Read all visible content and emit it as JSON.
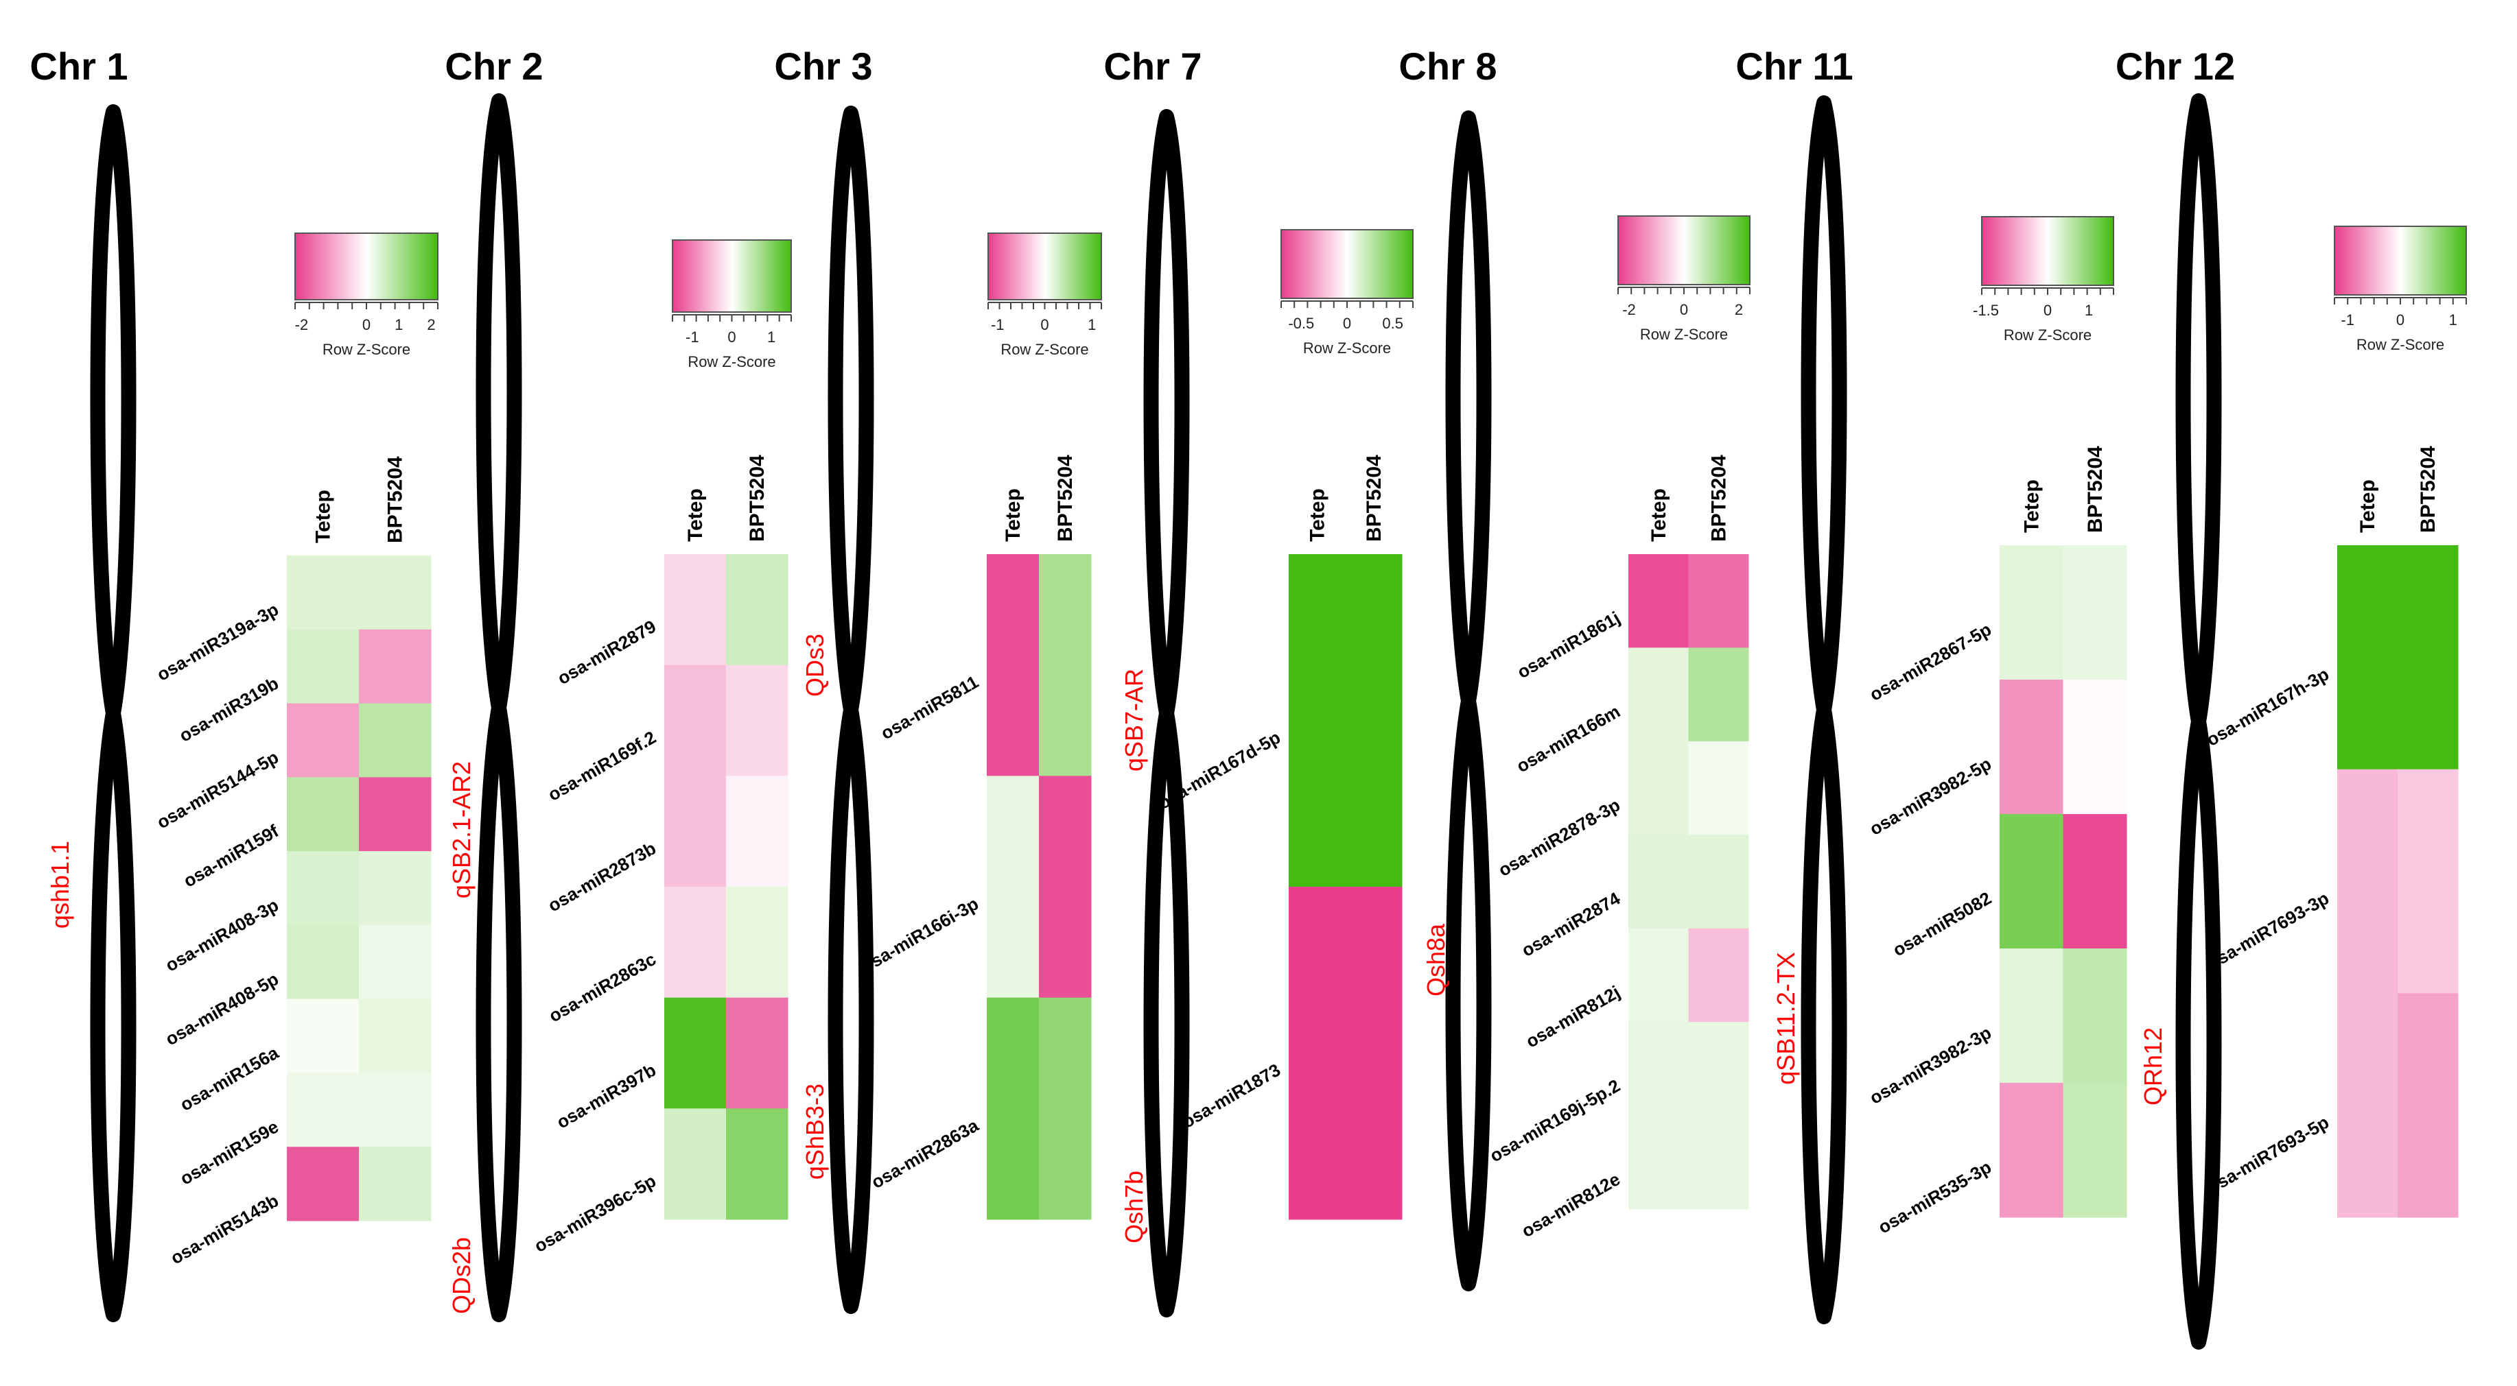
{
  "chart_data": {
    "type": "heatmap",
    "colors": {
      "low": "#e83e8c",
      "mid": "#ffffff",
      "high": "#44bb11"
    },
    "key_label": "Row Z-Score",
    "columns": [
      "Tetep",
      "BPT5204"
    ],
    "panels": [
      {
        "chromosome": "Chr 1",
        "qtls": [
          "qshb1.1"
        ],
        "key_ticks": [
          "-2",
          "0",
          "1",
          "2"
        ],
        "key_range": [
          -2.2,
          2.2
        ],
        "rows": [
          {
            "mirna": "osa-miR319a-3p",
            "values": [
              0.4,
              0.4
            ]
          },
          {
            "mirna": "osa-miR319b",
            "values": [
              0.5,
              -1.1
            ]
          },
          {
            "mirna": "osa-miR5144-5p",
            "values": [
              -1.1,
              0.8
            ]
          },
          {
            "mirna": "osa-miR159f",
            "values": [
              0.8,
              -1.9
            ]
          },
          {
            "mirna": "osa-miR408-3p",
            "values": [
              0.45,
              0.35
            ]
          },
          {
            "mirna": "osa-miR408-5p",
            "values": [
              0.5,
              0.2
            ]
          },
          {
            "mirna": "osa-miR156a",
            "values": [
              0.1,
              0.3
            ]
          },
          {
            "mirna": "osa-miR159e",
            "values": [
              0.2,
              0.2
            ]
          },
          {
            "mirna": "osa-miR5143b",
            "values": [
              -1.9,
              0.45
            ]
          }
        ]
      },
      {
        "chromosome": "Chr 2",
        "qtls": [
          "qSB2.1-AR2",
          "QDs2b"
        ],
        "key_ticks": [
          "-1",
          "0",
          "1"
        ],
        "key_range": [
          -1.5,
          1.5
        ],
        "rows": [
          {
            "mirna": "osa-miR2879",
            "values": [
              -0.3,
              0.4
            ]
          },
          {
            "mirna": "osa-miR169f.2",
            "values": [
              -0.5,
              -0.3
            ]
          },
          {
            "mirna": "osa-miR2873b",
            "values": [
              -0.5,
              -0.1
            ]
          },
          {
            "mirna": "osa-miR2863c",
            "values": [
              -0.3,
              0.2
            ]
          },
          {
            "mirna": "osa-miR397b",
            "values": [
              1.4,
              -1.1
            ]
          },
          {
            "mirna": "osa-miR396c-5p",
            "values": [
              0.35,
              0.95
            ]
          }
        ]
      },
      {
        "chromosome": "Chr 3",
        "qtls": [
          "QDs3",
          "qShB3-3"
        ],
        "key_ticks": [
          "-1",
          "0",
          "1"
        ],
        "key_range": [
          -1.2,
          1.2
        ],
        "rows": [
          {
            "mirna": "osa-miR5811",
            "values": [
              -1.1,
              0.55
            ]
          },
          {
            "mirna": "osa-miR166i-3p",
            "values": [
              0.15,
              -1.1
            ]
          },
          {
            "mirna": "osa-miR2863a",
            "values": [
              0.9,
              0.7
            ]
          }
        ]
      },
      {
        "chromosome": "Chr 7",
        "qtls": [
          "qSB7-AR",
          "Qsh7b"
        ],
        "key_ticks": [
          "-0.5",
          "0",
          "0.5"
        ],
        "key_range": [
          -0.72,
          0.72
        ],
        "rows": [
          {
            "mirna": "osa-miR167d-5p",
            "values": [
              0.72,
              0.72
            ]
          },
          {
            "mirna": "osa-miR1873",
            "values": [
              -0.72,
              -0.72
            ]
          }
        ]
      },
      {
        "chromosome": "Chr 8",
        "qtls": [
          "Qsh8a"
        ],
        "key_ticks": [
          "-2",
          "0",
          "2"
        ],
        "key_range": [
          -2.4,
          2.4
        ],
        "rows": [
          {
            "mirna": "osa-miR1861j",
            "values": [
              -2.2,
              -1.8
            ]
          },
          {
            "mirna": "osa-miR166m",
            "values": [
              0.35,
              1.0
            ]
          },
          {
            "mirna": "osa-miR2878-3p",
            "values": [
              0.35,
              0.15
            ]
          },
          {
            "mirna": "osa-miR2874",
            "values": [
              0.4,
              0.4
            ]
          },
          {
            "mirna": "osa-miR812j",
            "values": [
              0.25,
              -0.8
            ]
          },
          {
            "mirna": "osa-miR169j-5p.2",
            "values": [
              0.3,
              0.3
            ]
          },
          {
            "mirna": "osa-miR812e",
            "values": [
              0.3,
              0.3
            ]
          }
        ]
      },
      {
        "chromosome": "Chr 11",
        "qtls": [
          "qSB11.2-TX"
        ],
        "key_ticks": [
          "-1.5",
          "0",
          "1"
        ],
        "key_range": [
          -1.6,
          1.6
        ],
        "rows": [
          {
            "mirna": "osa-miR2867-5p",
            "values": [
              0.25,
              0.2
            ]
          },
          {
            "mirna": "osa-miR3982-5p",
            "values": [
              -0.9,
              -0.05
            ]
          },
          {
            "mirna": "osa-miR5082",
            "values": [
              1.15,
              -1.5
            ]
          },
          {
            "mirna": "osa-miR3982-3p",
            "values": [
              0.25,
              0.55
            ]
          },
          {
            "mirna": "osa-miR535-3p",
            "values": [
              -0.85,
              0.5
            ]
          }
        ]
      },
      {
        "chromosome": "Chr 12",
        "qtls": [
          "QRh12"
        ],
        "key_ticks": [
          "-1",
          "0",
          "1"
        ],
        "key_range": [
          -1.25,
          1.25
        ],
        "rows": [
          {
            "mirna": "osa-miR167h-3p",
            "values": [
              1.25,
              1.25
            ]
          },
          {
            "mirna": "osa-miR7693-3p",
            "values": [
              -0.45,
              -0.35
            ]
          },
          {
            "mirna": "osa-miR7693-5p",
            "values": [
              -0.45,
              -0.6
            ]
          }
        ]
      }
    ]
  }
}
